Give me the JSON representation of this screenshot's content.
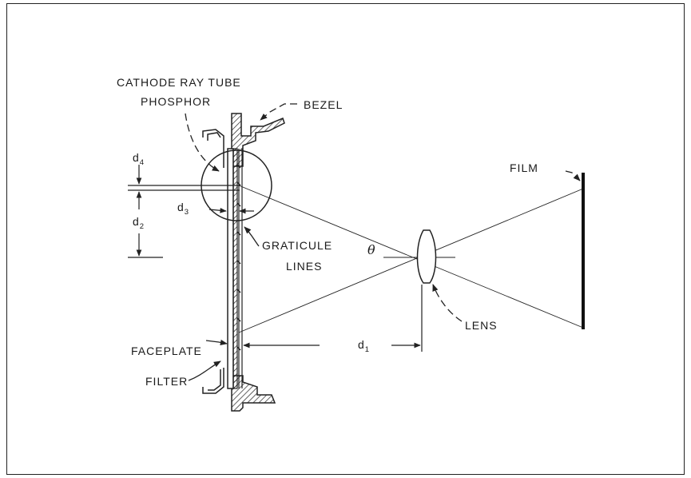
{
  "labels": {
    "cathode_ray_tube": "CATHODE  RAY TUBE",
    "phosphor": "PHOSPHOR",
    "bezel": "BEZEL",
    "film": "FILM",
    "graticule": "GRATICULE",
    "lines": "LINES",
    "lens": "LENS",
    "faceplate": "FACEPLATE",
    "filter": "FILTER",
    "theta": "θ"
  },
  "dimensions": {
    "d": "d",
    "d1_sub": "1",
    "d2_sub": "2",
    "d3_sub": "3",
    "d4_sub": "4"
  }
}
